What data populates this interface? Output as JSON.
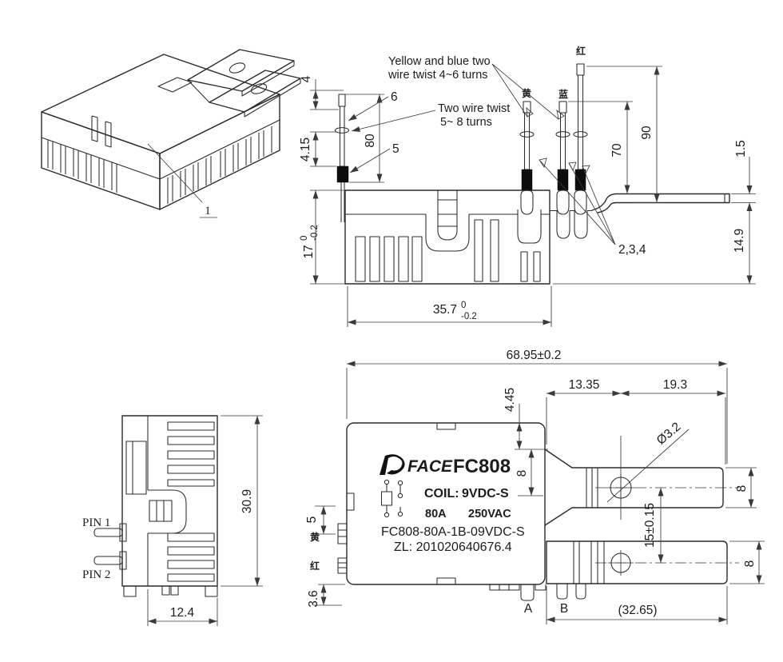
{
  "colors": {
    "line": "#2b2b2b",
    "text": "#1c1c1c",
    "background": "#ffffff"
  },
  "iso_view": {
    "callout": "1"
  },
  "side_view": {
    "note_yellow_blue_line1": "Yellow and blue two",
    "note_yellow_blue_line2": "wire twist 4~6 turns",
    "note_two_wire_line1": "Two wire twist",
    "note_two_wire_line2": "5~ 8 turns",
    "dim_tip": "4",
    "dim_wire_callout": "6",
    "dim_sleeve_callout": "5",
    "dim_wire_len": "80",
    "dim_415": "4.15",
    "dim_height_val": "17",
    "dim_height_tol_up": "0",
    "dim_height_tol_dn": "-0.2",
    "dim_width_val": "35.7",
    "dim_width_tol_up": "0",
    "dim_width_tol_dn": "-0.2",
    "dim_70": "70",
    "dim_90": "90",
    "dim_blade_thk": "1.5",
    "dim_149": "14.9",
    "wires_callout": "2,3,4",
    "wire_yellow": "黄",
    "wire_blue": "蓝",
    "wire_red": "红"
  },
  "front_view": {
    "pin1": "PIN 1",
    "pin2": "PIN 2",
    "dim_height": "30.9",
    "dim_width": "12.4"
  },
  "top_view": {
    "brand": "FACE",
    "model": "FC808",
    "coil_label": "COIL:",
    "coil_value": "9VDC-S",
    "current": "80A",
    "voltage": "250VAC",
    "part_no": "FC808-80A-1B-09VDC-S",
    "cert_no": "ZL: 201020640676.4",
    "dim_overall": "68.95±0.2",
    "dim_1335": "13.35",
    "dim_193": "19.3",
    "dim_445": "4.45",
    "hole_dia": "Ø3.2",
    "dim_8_root": "8",
    "dim_8_upper": "8",
    "dim_8_lower": "8",
    "dim_pitch": "15±0.15",
    "dim_5": "5",
    "dim_36": "3.6",
    "dim_ref": "(32.65)",
    "pin_a": "A",
    "pin_b": "B",
    "wire_yellow": "黄",
    "wire_red": "红"
  }
}
